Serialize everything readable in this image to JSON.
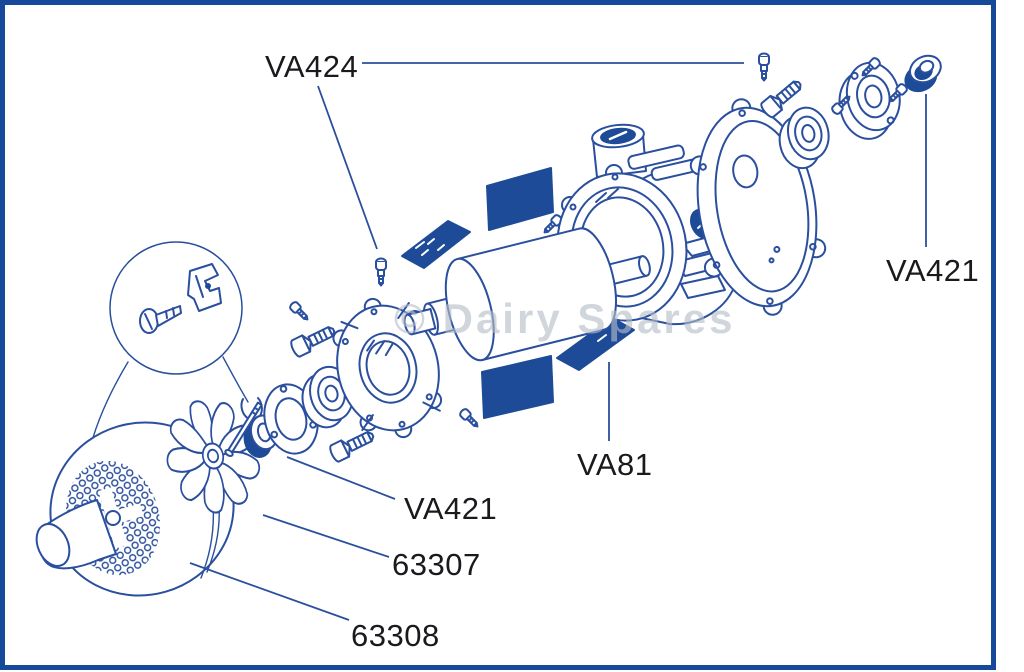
{
  "diagram": {
    "watermark": "© Dairy Spares",
    "labels": {
      "va424": "VA424",
      "va421_top": "VA421",
      "va421_bottom": "VA421",
      "va81": "VA81",
      "p63307": "63307",
      "p63308": "63308"
    },
    "colors": {
      "line_blue": "#2a4f9e",
      "fill_blue": "#1d4b97",
      "border_blue": "#17499b",
      "label_black": "#1a1a1e",
      "watermark_gray": "#b6bdc9"
    }
  }
}
